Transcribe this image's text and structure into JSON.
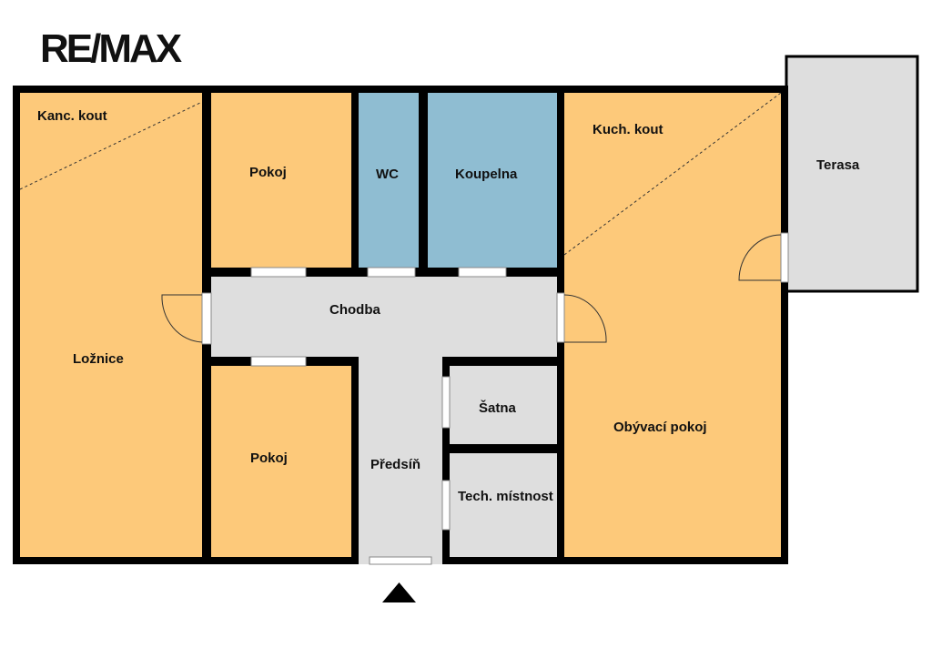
{
  "logo": {
    "text": "RE/MAX"
  },
  "colors": {
    "living": "#FDC97A",
    "wet": "#8FBDD2",
    "hall": "#DEDEDE",
    "wall": "#000000"
  },
  "rooms": {
    "kanc_kout": "Kanc. kout",
    "loznice": "Ložnice",
    "pokoj_top": "Pokoj",
    "wc": "WC",
    "koupelna": "Koupelna",
    "kuch_kout": "Kuch. kout",
    "terasa": "Terasa",
    "chodba": "Chodba",
    "pokoj_bottom": "Pokoj",
    "satna": "Šatna",
    "predsin": "Předsíň",
    "tech": "Tech. místnost",
    "obyvaci": "Obývací pokoj"
  }
}
